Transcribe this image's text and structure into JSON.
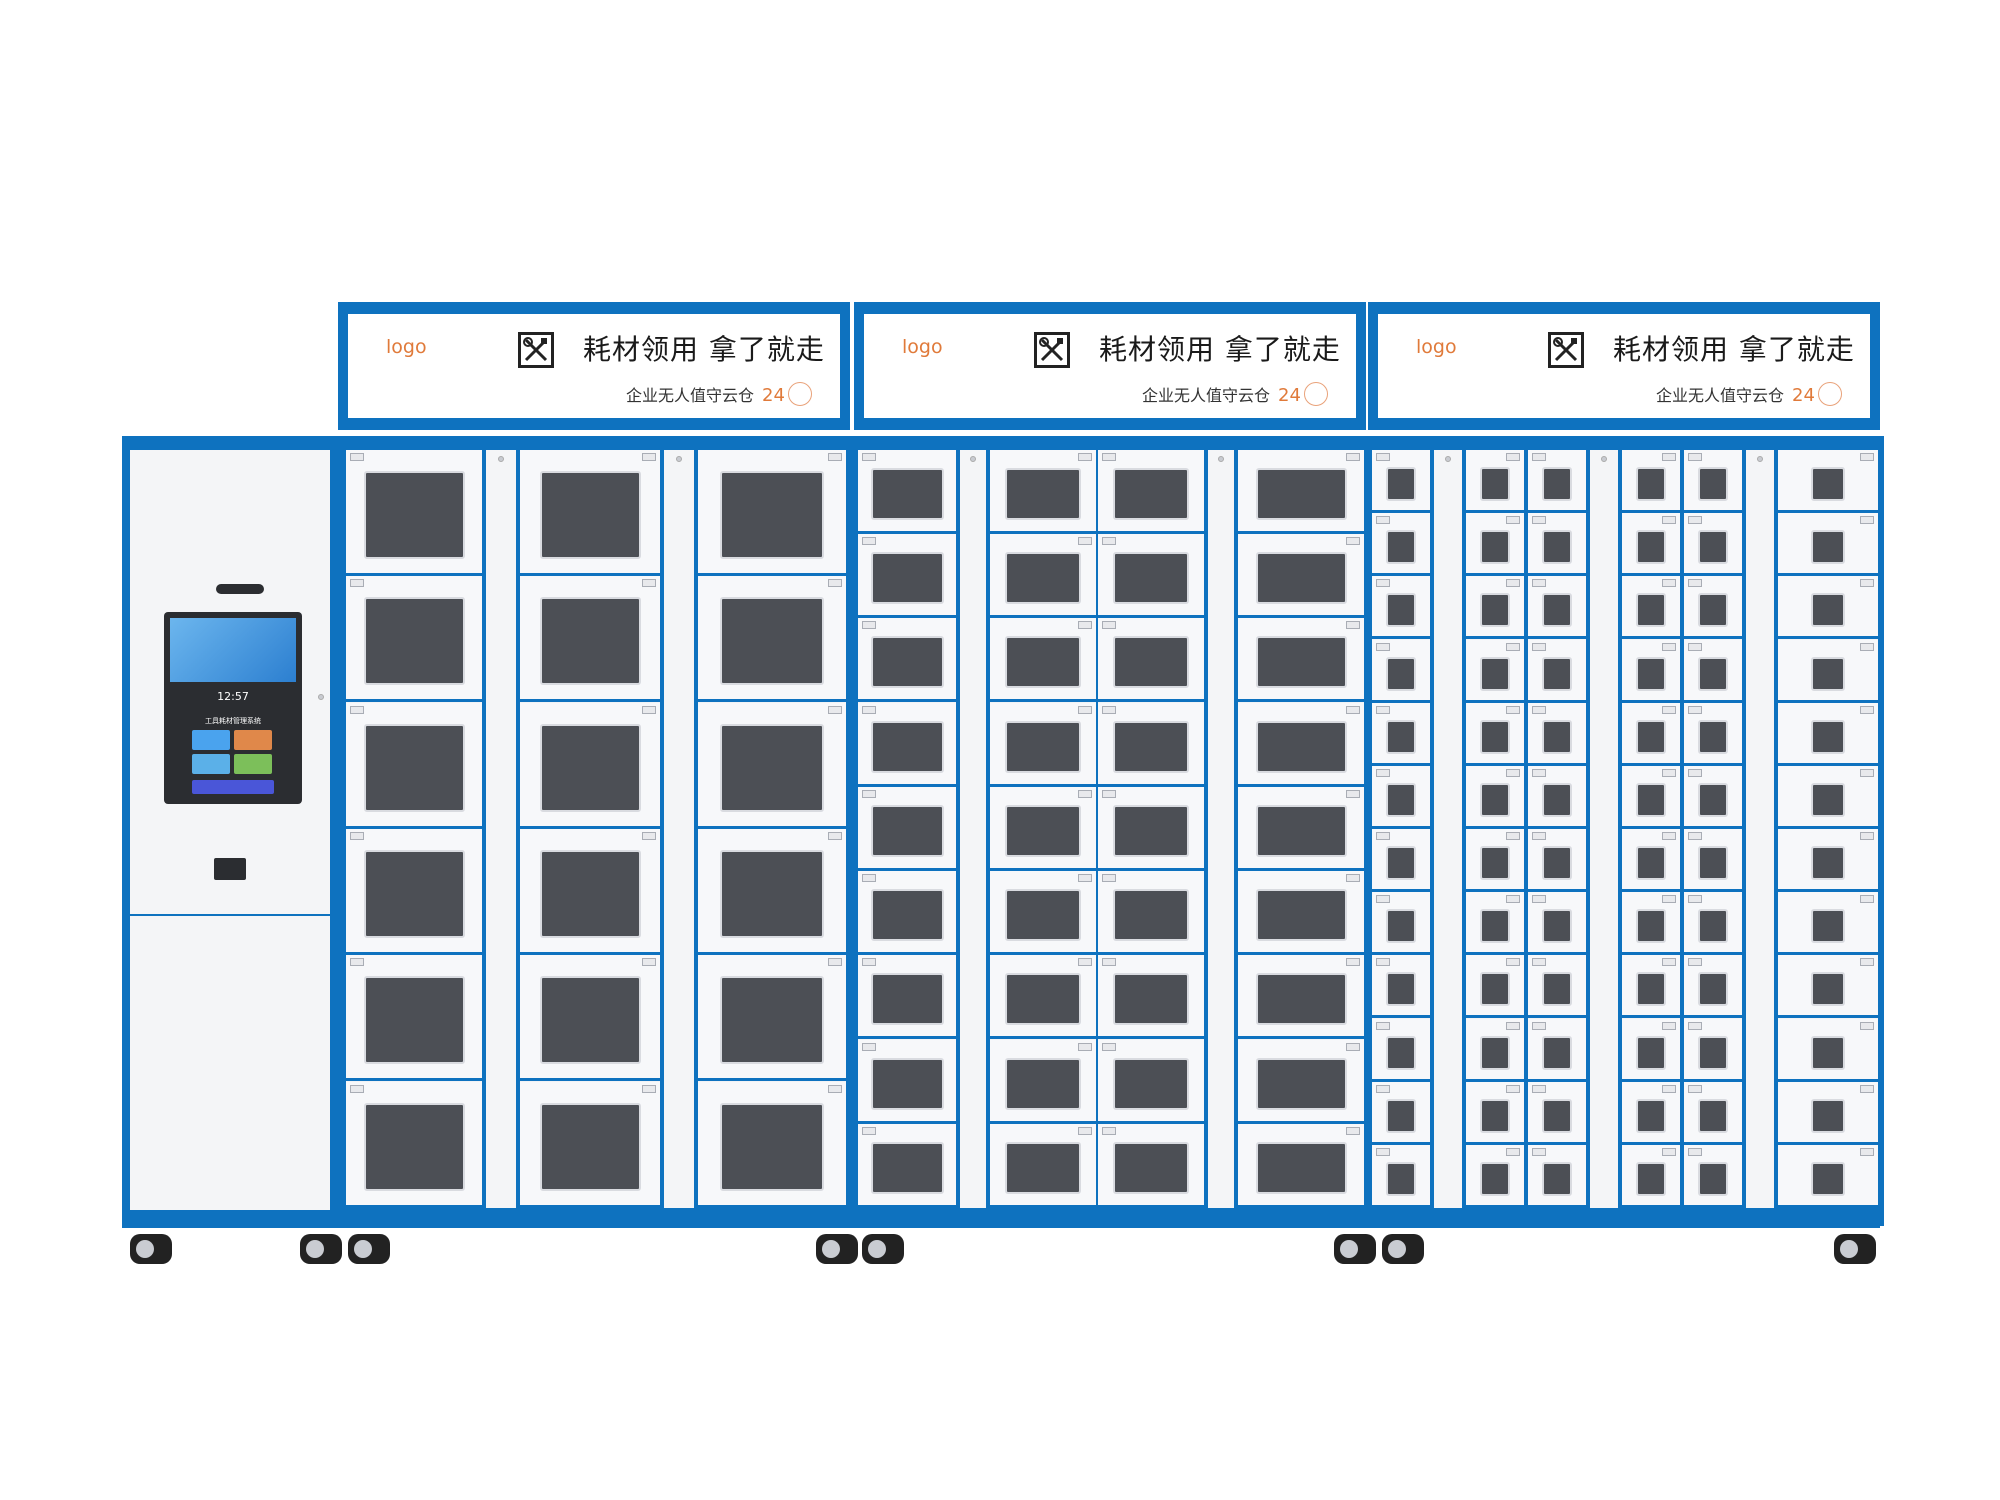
{
  "headers": [
    {
      "logo": "logo",
      "slogan": "耗材领用 拿了就走",
      "subtitle": "企业无人值守云仓",
      "number": "24"
    },
    {
      "logo": "logo",
      "slogan": "耗材领用 拿了就走",
      "subtitle": "企业无人值守云仓",
      "number": "24"
    },
    {
      "logo": "logo",
      "slogan": "耗材领用 拿了就走",
      "subtitle": "企业无人值守云仓",
      "number": "24"
    }
  ],
  "kiosk": {
    "time": "12:57",
    "title": "工具耗材管理系统"
  },
  "colors": {
    "frame": "#0e72bf",
    "accent": "#e07a3a",
    "window": "#4c4f55"
  },
  "icons": [
    "tools-icon",
    "clock-24-icon",
    "card-reader-icon",
    "camera-icon",
    "keyhole-icon",
    "wheel-icon"
  ]
}
